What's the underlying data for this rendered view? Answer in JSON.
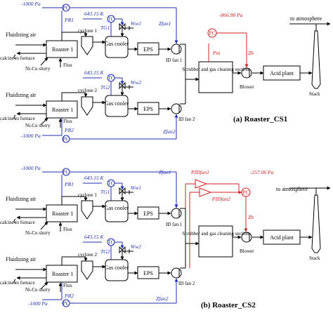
{
  "colors": {
    "control_blue": "#1f2fb3",
    "control_red": "#d42020",
    "lines": "#000000"
  },
  "panel_a": {
    "title": "(a) Roaster_CS1",
    "pressure_setpoint_top": "-1000 Pa",
    "pressure_setpoint_bottom": "-1000 Pa",
    "temp_setpoint_1": "643.15 K",
    "temp_setpoint_2": "643.15 K",
    "ctrl_pc": "PC",
    "ctrl_tc": "TC",
    "p_r1": "PR1",
    "p_r2": "PR2",
    "t_g1": "TG1",
    "t_g2": "TG2",
    "w_w1": "Ww1",
    "w_w2": "Ww2",
    "z_fan1": "Zfan1",
    "z_fan2": "Zfan2",
    "red_setpoint": "-866.98 Pa",
    "p_in": "Pin",
    "z_b": "Zb",
    "fluidizing_air_1": "Fluidizing air",
    "fluidizing_air_2": "Fluidizing air",
    "roaster_1": "Roaster 1",
    "roaster_2": "Roaster 1",
    "calcine_1": "calcine to furnace",
    "calcine_2": "calcine to furnace",
    "slurry_1": "Ni-Cu slurry",
    "slurry_2": "Ni-Cu slurry",
    "flux_1": "Flux",
    "flux_2": "Flux",
    "cyclone_1": "cyclone 1",
    "cyclone_2": "cyclone 2",
    "gas_cooler": "Gas cooler",
    "eps": "EPS",
    "id_fan_1": "ID fan 1",
    "id_fan_2": "ID fan 2",
    "scrubber": "Scrubber and gas cleaning section",
    "blower": "Blower",
    "acid_plant": "Acid plant",
    "stack": "Stack",
    "to_atmosphere": "to atmosphere"
  },
  "panel_b": {
    "title": "(b) Roaster_CS2",
    "pressure_setpoint_top": "-1000 Pa",
    "pressure_setpoint_bottom": "-1000 Pa",
    "temp_setpoint_1": "643.15 K",
    "temp_setpoint_2": "643.15 K",
    "ctrl_pc": "PC",
    "ctrl_tc": "TC",
    "p_r1": "PR1",
    "p_r2": "PR2",
    "t_g1": "TG1",
    "t_g2": "TG2",
    "w_w1": "Ww1",
    "w_w2": "Ww2",
    "z_fan1": "Zfan1",
    "z_fan2": "Zfan2",
    "red_setpoint": "-257.06 Pa",
    "p_ids1": "PIDfan1",
    "p_ids2": "PIDfan2",
    "z_b": "Zb",
    "fluidizing_air_1": "Fluidizing air",
    "fluidizing_air_2": "Fluidizing air",
    "roaster_1": "Roaster 1",
    "roaster_2": "Roaster 1",
    "calcine_1": "calcine to furnace",
    "calcine_2": "calcine to furnace",
    "slurry_1": "Ni-Cu slurry",
    "slurry_2": "Ni-Cu slurry",
    "flux_1": "Flux",
    "flux_2": "Flux",
    "cyclone_1": "cyclone 1",
    "cyclone_2": "cyclone 2",
    "gas_cooler": "Gas cooler",
    "eps": "EPS",
    "id_fan_1": "ID fan 1",
    "id_fan_2": "ID fan 2",
    "scrubber": "Scrubber and gas cleaning section",
    "blower": "Blower",
    "acid_plant": "Acid plant",
    "stack": "Stack",
    "to_atmosphere": "to atmosphere"
  }
}
